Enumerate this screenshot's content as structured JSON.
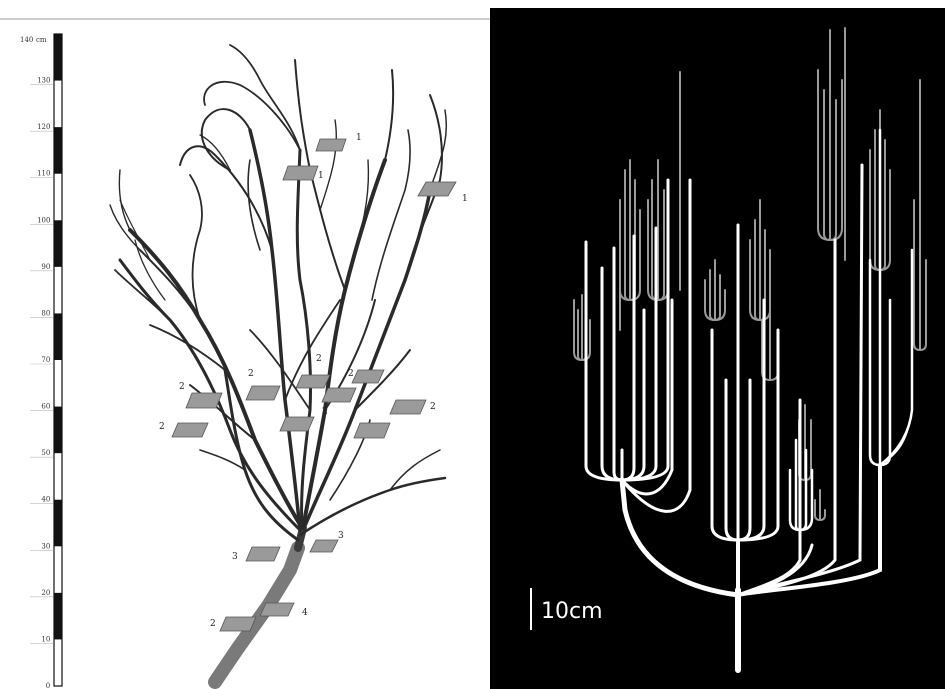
{
  "left_panel": {
    "ruler": {
      "unit": "cm",
      "top_label": "140",
      "ticks": [
        "0",
        "10",
        "20",
        "30",
        "40",
        "50",
        "60",
        "70",
        "80",
        "90",
        "100",
        "110",
        "120",
        "130"
      ]
    },
    "markers": [
      {
        "label": "1"
      },
      {
        "label": "1"
      },
      {
        "label": "1"
      },
      {
        "label": "2"
      },
      {
        "label": "2"
      },
      {
        "label": "2"
      },
      {
        "label": "2"
      },
      {
        "label": "2"
      },
      {
        "label": "2"
      },
      {
        "label": "2"
      },
      {
        "label": "3"
      },
      {
        "label": "3"
      },
      {
        "label": "4"
      },
      {
        "label": "2"
      }
    ]
  },
  "right_panel": {
    "scale_bar_label": "10cm",
    "colors": {
      "background": "#000000",
      "primary_branch": "#ffffff",
      "secondary_branch": "#9a9a9a"
    }
  }
}
